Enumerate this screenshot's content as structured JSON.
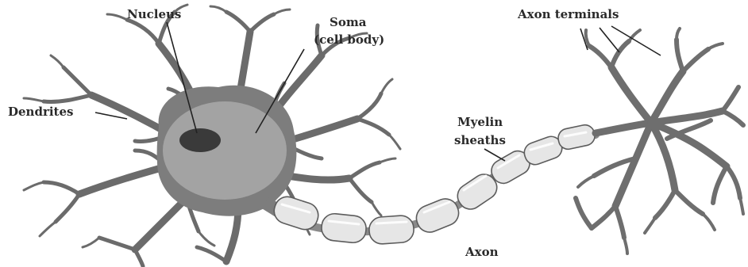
{
  "diagram": {
    "labels": {
      "nucleus": "Nucleus",
      "soma_line1": "Soma",
      "soma_line2": "(cell body)",
      "dendrites": "Dendrites",
      "myelin_line1": "Myelin",
      "myelin_line2": "sheaths",
      "axon_terminals": "Axon terminals",
      "axon": "Axon"
    },
    "colors": {
      "cell_fill": "#7d7d7d",
      "soma_fill": "#a9a9a9",
      "nucleus_fill": "#3a3a3a",
      "myelin_fill": "#e6e6e6",
      "label_text": "#2a2a2a"
    }
  }
}
